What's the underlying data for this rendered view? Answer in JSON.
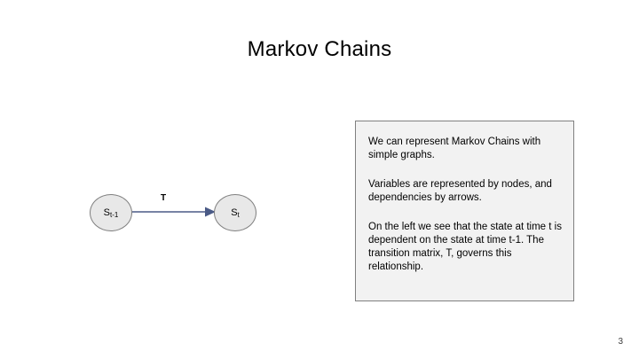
{
  "slide": {
    "title": "Markov Chains",
    "page_number": "3",
    "diagram": {
      "node_left_label": "S",
      "node_left_sub": "t-1",
      "node_right_label": "S",
      "node_right_sub": "t",
      "edge_label": "T",
      "node_fill": "#e8e8e8",
      "node_stroke": "#7f7f7f",
      "arrow_color": "#4a5a86"
    },
    "textbox": {
      "background": "#f2f2f2",
      "border": "#808080",
      "paragraphs": [
        "We can represent Markov Chains with simple graphs.",
        "Variables are represented by nodes, and dependencies by arrows.",
        "On the left we see that the state at time t is dependent on the state at time t-1. The transition matrix, T, governs this relationship."
      ]
    }
  }
}
